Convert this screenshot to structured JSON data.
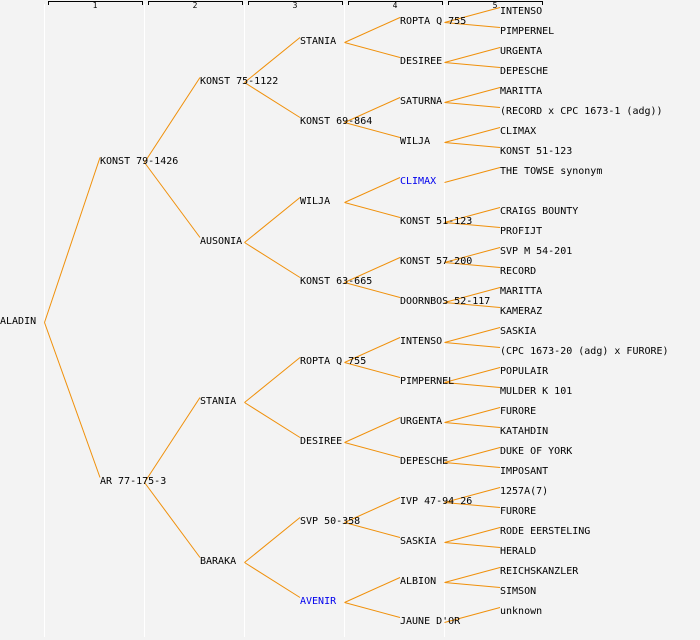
{
  "generations": [
    "1",
    "2",
    "3",
    "4",
    "5"
  ],
  "colors": {
    "line": "#f0900a",
    "highlight": "#0000ee",
    "separator": "#ffffff",
    "background": "#f3f3f3"
  },
  "pedigree": {
    "name": "ALADIN",
    "children": [
      {
        "name": "KONST 79-1426",
        "children": [
          {
            "name": "KONST 75-1122",
            "children": [
              {
                "name": "STANIA",
                "children": [
                  {
                    "name": "ROPTA Q 755",
                    "children": [
                      {
                        "name": "INTENSO"
                      },
                      {
                        "name": "PIMPERNEL"
                      }
                    ]
                  },
                  {
                    "name": "DESIREE",
                    "children": [
                      {
                        "name": "URGENTA"
                      },
                      {
                        "name": "DEPESCHE"
                      }
                    ]
                  }
                ]
              },
              {
                "name": "KONST 69-864",
                "children": [
                  {
                    "name": "SATURNA",
                    "children": [
                      {
                        "name": "MARITTA"
                      },
                      {
                        "name": "(RECORD x CPC 1673-1 (adg))"
                      }
                    ]
                  },
                  {
                    "name": "WILJA",
                    "children": [
                      {
                        "name": "CLIMAX"
                      },
                      {
                        "name": "KONST 51-123"
                      }
                    ]
                  }
                ]
              }
            ]
          },
          {
            "name": "AUSONIA",
            "children": [
              {
                "name": "WILJA",
                "children": [
                  {
                    "name": "CLIMAX",
                    "highlight": true,
                    "children": [
                      {
                        "name": "THE TOWSE synonym"
                      }
                    ]
                  },
                  {
                    "name": "KONST 51-123",
                    "children": [
                      {
                        "name": "CRAIGS BOUNTY"
                      },
                      {
                        "name": "PROFIJT"
                      }
                    ]
                  }
                ]
              },
              {
                "name": "KONST 63-665",
                "children": [
                  {
                    "name": "KONST 57-200",
                    "children": [
                      {
                        "name": "SVP M 54-201"
                      },
                      {
                        "name": "RECORD"
                      }
                    ]
                  },
                  {
                    "name": "DOORNBOS 52-117",
                    "children": [
                      {
                        "name": "MARITTA"
                      },
                      {
                        "name": "KAMERAZ"
                      }
                    ]
                  }
                ]
              }
            ]
          }
        ]
      },
      {
        "name": "AR 77-175-3",
        "children": [
          {
            "name": "STANIA",
            "children": [
              {
                "name": "ROPTA Q 755",
                "children": [
                  {
                    "name": "INTENSO",
                    "children": [
                      {
                        "name": "SASKIA"
                      },
                      {
                        "name": "(CPC 1673-20 (adg) x FURORE)"
                      }
                    ]
                  },
                  {
                    "name": "PIMPERNEL",
                    "children": [
                      {
                        "name": "POPULAIR"
                      },
                      {
                        "name": "MULDER K 101"
                      }
                    ]
                  }
                ]
              },
              {
                "name": "DESIREE",
                "children": [
                  {
                    "name": "URGENTA",
                    "children": [
                      {
                        "name": "FURORE"
                      },
                      {
                        "name": "KATAHDIN"
                      }
                    ]
                  },
                  {
                    "name": "DEPESCHE",
                    "children": [
                      {
                        "name": "DUKE OF YORK"
                      },
                      {
                        "name": "IMPOSANT"
                      }
                    ]
                  }
                ]
              }
            ]
          },
          {
            "name": "BARAKA",
            "children": [
              {
                "name": "SVP 50-358",
                "children": [
                  {
                    "name": "IVP 47-94 26",
                    "children": [
                      {
                        "name": "1257A(7)"
                      },
                      {
                        "name": "FURORE"
                      }
                    ]
                  },
                  {
                    "name": "SASKIA",
                    "children": [
                      {
                        "name": "RODE EERSTELING"
                      },
                      {
                        "name": "HERALD"
                      }
                    ]
                  }
                ]
              },
              {
                "name": "AVENIR",
                "highlight": true,
                "children": [
                  {
                    "name": "ALBION",
                    "children": [
                      {
                        "name": "REICHSKANZLER"
                      },
                      {
                        "name": "SIMSON"
                      }
                    ]
                  },
                  {
                    "name": "JAUNE D'OR",
                    "children": [
                      {
                        "name": "unknown"
                      }
                    ]
                  }
                ]
              }
            ]
          }
        ]
      }
    ]
  }
}
